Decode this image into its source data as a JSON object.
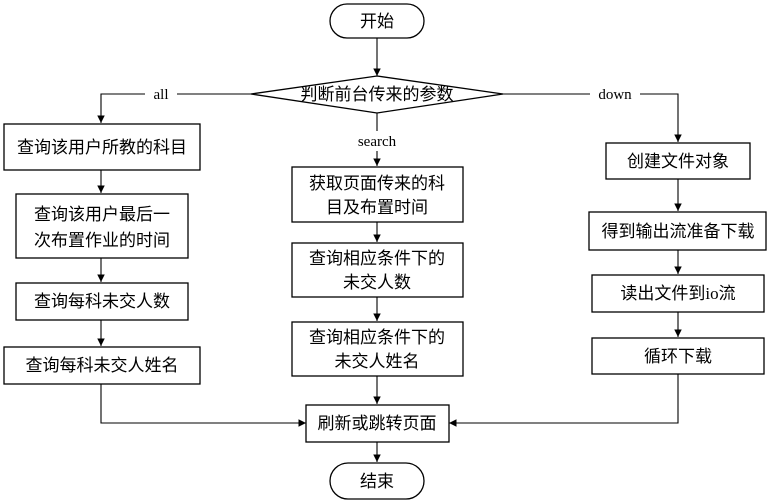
{
  "nodes": {
    "start": "开始",
    "decision": "判断前台传来的参数",
    "left_1": "查询该用户所教的科目",
    "left_2_line1": "查询该用户最后一",
    "left_2_line2": "次布置作业的时间",
    "left_3": "查询每科未交人数",
    "left_4": "查询每科未交人姓名",
    "mid_1_line1": "获取页面传来的科",
    "mid_1_line2": "目及布置时间",
    "mid_2_line1": "查询相应条件下的",
    "mid_2_line2": "未交人数",
    "mid_3_line1": "查询相应条件下的",
    "mid_3_line2": "未交人姓名",
    "right_1": "创建文件对象",
    "right_2": "得到输出流准备下载",
    "right_3": "读出文件到io流",
    "right_4": "循环下载",
    "merge": "刷新或跳转页面",
    "end": "结束"
  },
  "edge_labels": {
    "all": "all",
    "search": "search",
    "down": "down"
  }
}
